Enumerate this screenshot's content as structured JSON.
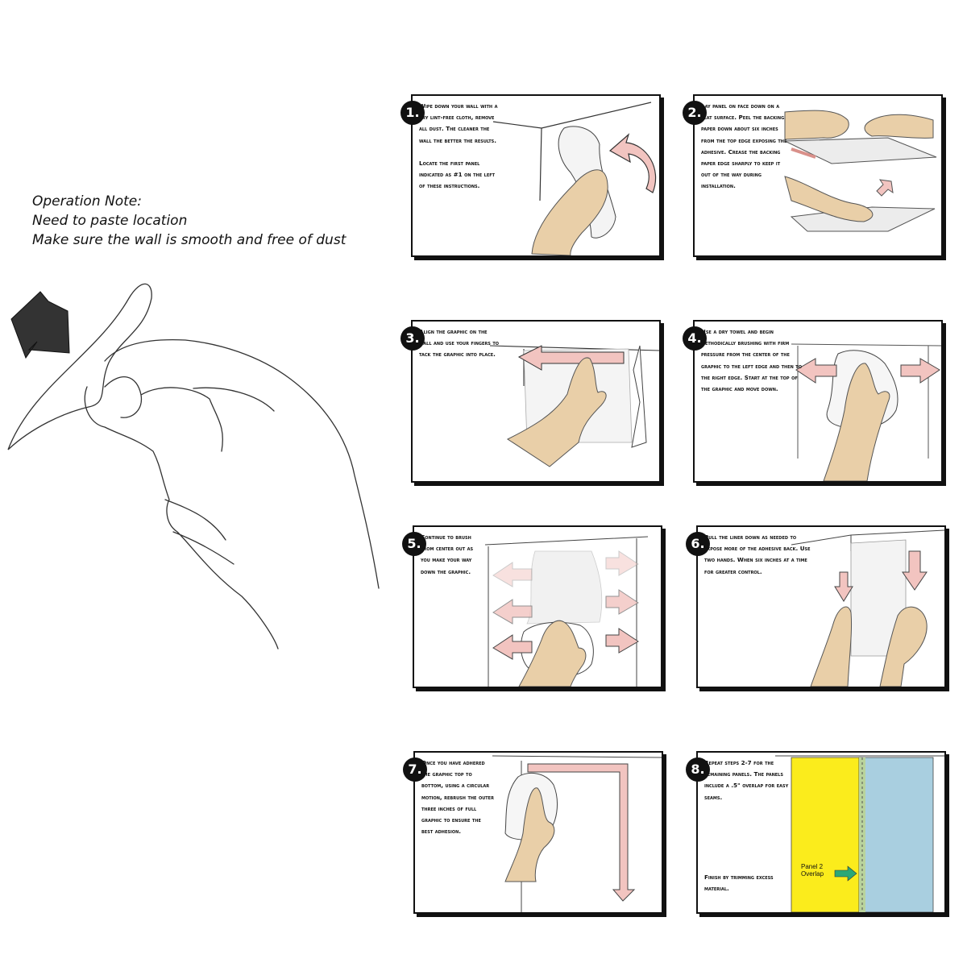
{
  "operation_note": {
    "title": "Operation Note:",
    "line1": "Need to paste location",
    "line2": "Make sure the wall is smooth and free of dust"
  },
  "steps": [
    {
      "number": "1.",
      "text": "Wipe down your wall with a dry lint-free cloth, remove all dust. The cleaner the wall the better the results.\n\nLocate the first panel indicated as #1 on the left of these instructions."
    },
    {
      "number": "2.",
      "text": "Lay panel on face down on a flat surface. Peel the backing paper down about six inches from the top edge exposing the adhesive. Crease the backing paper edge sharply to keep it out of the way during installation."
    },
    {
      "number": "3.",
      "text": "Align the graphic on the wall and use your fingers to tack the graphic into place."
    },
    {
      "number": "4.",
      "text": "Use a dry towel and begin methodically brushing with firm pressure from the center of the graphic to the left edge and then to the right edge. Start at the top of the graphic and move down."
    },
    {
      "number": "5.",
      "text": "Continue to brush from center out as you make your way down the graphic."
    },
    {
      "number": "6.",
      "text": "Pull the liner down as needed to expose more of the adhesive back. Use two hands. When six inches at a time for greater control."
    },
    {
      "number": "7.",
      "text": "Once you have adhered the graphic top to bottom, using a circular motion, rebrush the outer three inches of full graphic to ensure the best adhesion."
    },
    {
      "number": "8.",
      "text": "Repeat steps 2-7 for the remaining panels. The panels include a .5\" overlap for easy seams.",
      "text_bottom": "Finish by trimming excess material.",
      "label_line1": "Panel 2",
      "label_line2": "Overlap"
    }
  ],
  "colors": {
    "panel_yellow": "#fbec1c",
    "panel_blue": "#a9cfe0",
    "skin": "#e9cfa8",
    "arrow_pink": "#f2c4c0",
    "arrow_green": "#2aa876"
  }
}
